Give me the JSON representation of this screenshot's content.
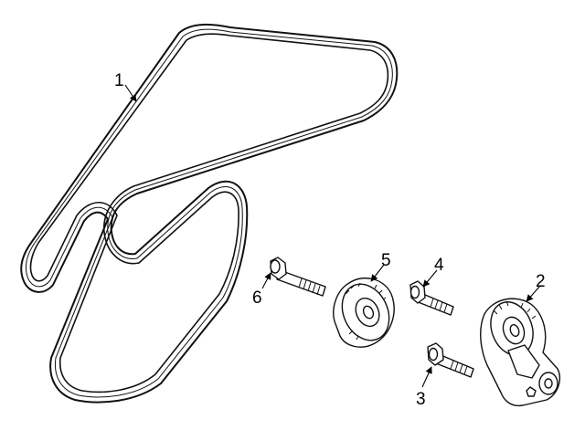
{
  "callouts": [
    {
      "id": "belt",
      "label": "1"
    },
    {
      "id": "tensioner",
      "label": "2"
    },
    {
      "id": "tensioner-bolt",
      "label": "3"
    },
    {
      "id": "pulley-bolt",
      "label": "4"
    },
    {
      "id": "idler-pulley",
      "label": "5"
    },
    {
      "id": "bolt",
      "label": "6"
    }
  ],
  "colors": {
    "line": "#111111",
    "background": "#ffffff"
  }
}
